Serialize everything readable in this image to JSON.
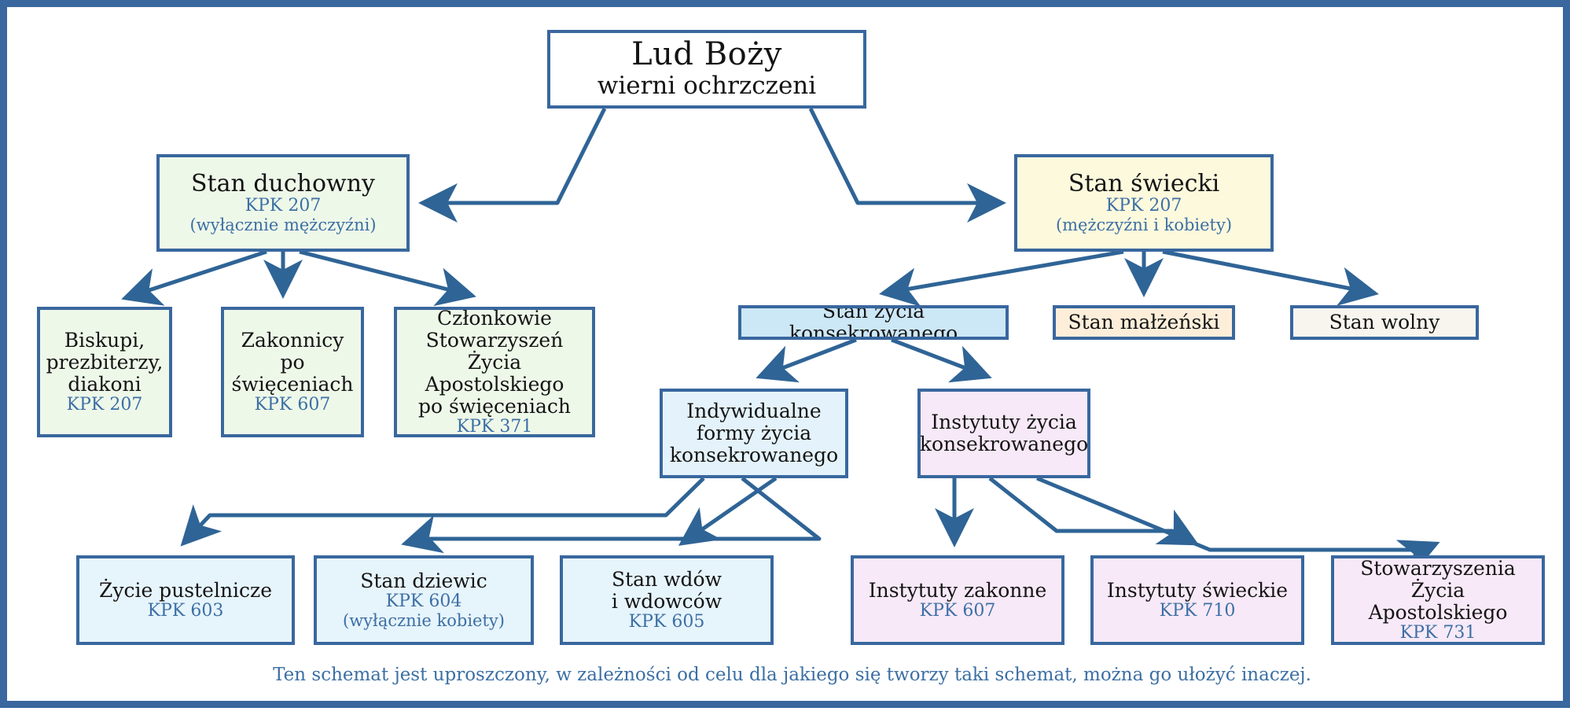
{
  "diagram": {
    "frame_color": "#39679e",
    "edge_color": "#2f6496",
    "background": "#ffffff",
    "footer_note": "Ten schemat jest uproszczony, w zależności od celu dla jakiego się tworzy taki schemat, można go ułożyć inaczej."
  },
  "nodes": {
    "root": {
      "title": "Lud Boży",
      "subtitle": "wierni ochrzczeni",
      "fill": "#ffffff"
    },
    "clergy": {
      "title": "Stan duchowny",
      "kpk": "KPK 207",
      "note": "(wyłącznie mężczyźni)",
      "fill": "#eef8e9"
    },
    "laity": {
      "title": "Stan świecki",
      "kpk": "KPK 207",
      "note": "(mężczyźni i kobiety)",
      "fill": "#fcf9dd"
    },
    "bishops": {
      "title": "Biskupi,\nprezbiterzy,\ndiakoni",
      "kpk": "KPK 207",
      "fill": "#eef8e9"
    },
    "religious_ordained": {
      "title": "Zakonnicy\npo święceniach",
      "kpk": "KPK 607",
      "fill": "#eef8e9"
    },
    "society_members": {
      "title": "Członkowie\nStowarzyszeń Życia\nApostolskiego\npo święceniach",
      "kpk": "KPK 371",
      "fill": "#eef8e9"
    },
    "consecrated_state": {
      "title": "Stan życia konsekrowanego",
      "fill": "#cce7f6"
    },
    "married_state": {
      "title": "Stan małżeński",
      "fill": "#fdeeda"
    },
    "single_state": {
      "title": "Stan wolny",
      "fill": "#f7f5ee"
    },
    "individual_forms": {
      "title": "Indywidualne\nformy życia\nkonsekrowanego",
      "fill": "#e4f3fb"
    },
    "institutes_consecrated": {
      "title": "Instytuty życia\nkonsekrowanego",
      "fill": "#f7e9f7"
    },
    "hermit_life": {
      "title": "Życie pustelnicze",
      "kpk": "KPK 603",
      "fill": "#e6f4fc"
    },
    "virgins": {
      "title": "Stan dziewic",
      "kpk": "KPK 604",
      "note": "(wyłącznie kobiety)",
      "fill": "#e6f4fc"
    },
    "widows": {
      "title": "Stan wdów\ni wdowców",
      "kpk": "KPK 605",
      "fill": "#e6f4fc"
    },
    "religious_institutes": {
      "title": "Instytuty zakonne",
      "kpk": "KPK 607",
      "fill": "#f7e9f7"
    },
    "secular_institutes": {
      "title": "Instytuty świeckie",
      "kpk": "KPK 710",
      "fill": "#f7e9f7"
    },
    "apostolic_societies": {
      "title": "Stowarzyszenia Życia\nApostolskiego",
      "kpk": "KPK 731",
      "fill": "#f7e9f7"
    }
  }
}
